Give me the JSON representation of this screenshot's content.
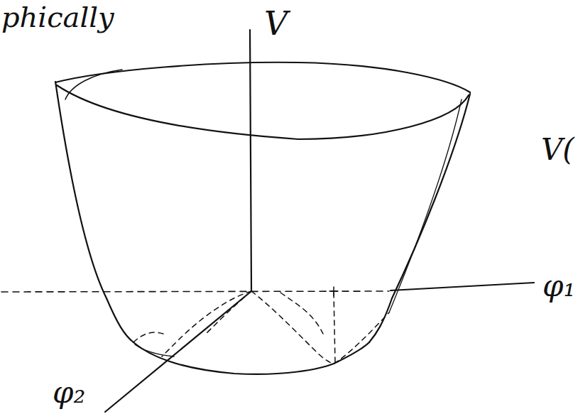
{
  "diagram": {
    "labels": [
      "phically",
      "V",
      "V(",
      "φ₁",
      "φ₂"
    ]
  }
}
